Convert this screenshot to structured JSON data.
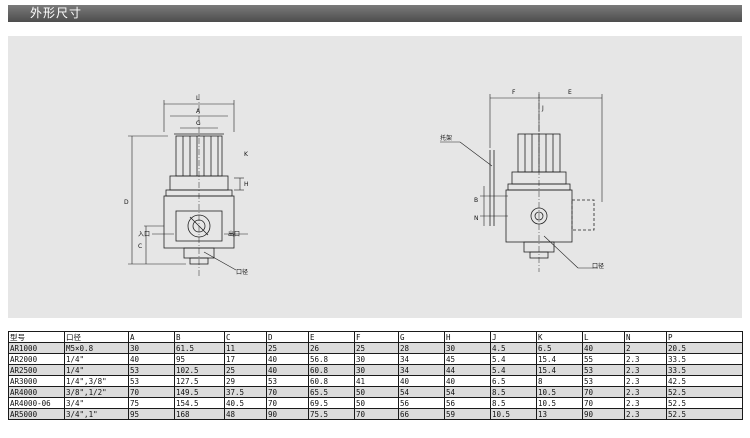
{
  "header": {
    "title": "外形尺寸"
  },
  "drawing": {
    "left_view": {
      "dimension_letters": [
        "L",
        "A",
        "G",
        "K",
        "D",
        "C",
        "H"
      ],
      "port_label_in": "入口",
      "port_label_out": "出口",
      "port_label_bottom": "口径"
    },
    "right_view": {
      "dimension_letters": [
        "F",
        "E",
        "J",
        "B",
        "N"
      ],
      "bracket_label": "托架",
      "port_label": "口径"
    }
  },
  "table": {
    "headers": [
      "型号",
      "口径",
      "A",
      "B",
      "C",
      "D",
      "E",
      "F",
      "G",
      "H",
      "J",
      "K",
      "L",
      "N",
      "P"
    ],
    "rows": [
      [
        "AR1000",
        "M5×0.8",
        "30",
        "61.5",
        "11",
        "25",
        "26",
        "25",
        "28",
        "30",
        "4.5",
        "6.5",
        "40",
        "2",
        "20.5"
      ],
      [
        "AR2000",
        "1/4\"",
        "40",
        "95",
        "17",
        "40",
        "56.8",
        "30",
        "34",
        "45",
        "5.4",
        "15.4",
        "55",
        "2.3",
        "33.5"
      ],
      [
        "AR2500",
        "1/4\"",
        "53",
        "102.5",
        "25",
        "40",
        "60.8",
        "30",
        "34",
        "44",
        "5.4",
        "15.4",
        "53",
        "2.3",
        "33.5"
      ],
      [
        "AR3000",
        "1/4\",3/8\"",
        "53",
        "127.5",
        "29",
        "53",
        "60.8",
        "41",
        "40",
        "40",
        "6.5",
        "8",
        "53",
        "2.3",
        "42.5"
      ],
      [
        "AR4000",
        "3/8\",1/2\"",
        "70",
        "149.5",
        "37.5",
        "70",
        "65.5",
        "50",
        "54",
        "54",
        "8.5",
        "10.5",
        "70",
        "2.3",
        "52.5"
      ],
      [
        "AR4000-06",
        "3/4\"",
        "75",
        "154.5",
        "40.5",
        "70",
        "69.5",
        "50",
        "56",
        "56",
        "8.5",
        "10.5",
        "70",
        "2.3",
        "52.5"
      ],
      [
        "AR5000",
        "3/4\",1\"",
        "95",
        "168",
        "48",
        "90",
        "75.5",
        "70",
        "66",
        "59",
        "10.5",
        "13",
        "90",
        "2.3",
        "52.5"
      ]
    ]
  }
}
